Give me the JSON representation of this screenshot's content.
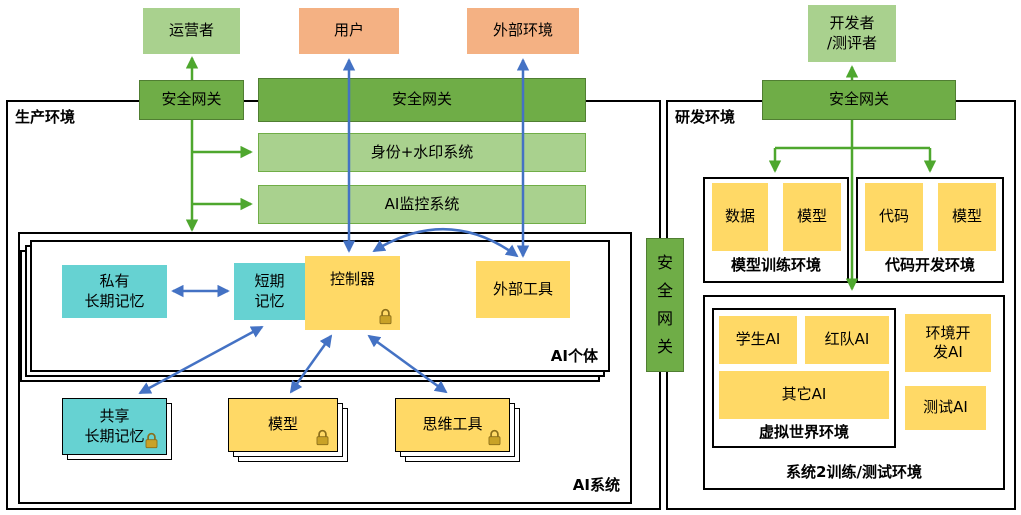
{
  "palette": {
    "actor_green": "#A9D18E",
    "actor_orange": "#F4B183",
    "gateway_green": "#6FAD47",
    "bar_green": "#A9D18E",
    "memory_cyan": "#66D2D2",
    "component_yellow": "#FFD966",
    "arrow_blue": "#4472C4",
    "arrow_green": "#4EA72E",
    "lock_gold": "#C9A227",
    "border_black": "#000000"
  },
  "actors": {
    "operator": "运营者",
    "user": "用户",
    "external_env": "外部环境",
    "developer": "开发者\n/测评者"
  },
  "gateway_label": "安全网关",
  "gateway_vertical": "安\n全\n网\n关",
  "production": {
    "label": "生产环境",
    "identity_watermark_bar": "身份+水印系统",
    "ai_monitor_bar": "AI监控系统",
    "ai_system": {
      "label": "AI系统",
      "ai_agent": {
        "label": "AI个体",
        "private_memory": "私有\n长期记忆",
        "short_memory": "短期\n记忆",
        "controller": "控制器",
        "external_tools": "外部工具"
      },
      "shared_memory": "共享\n长期记忆",
      "model": "模型",
      "thinking_tools": "思维工具"
    }
  },
  "rnd": {
    "label": "研发环境",
    "model_training": {
      "label": "模型训练环境",
      "data": "数据",
      "model": "模型"
    },
    "code_dev": {
      "label": "代码开发环境",
      "code": "代码",
      "model": "模型"
    },
    "system2": {
      "label": "系统2训练/测试环境",
      "virtual_world": {
        "label": "虚拟世界环境",
        "student_ai": "学生AI",
        "red_team_ai": "红队AI",
        "other_ai": "其它AI"
      },
      "env_dev_ai": "环境开\n发AI",
      "test_ai": "测试AI"
    }
  },
  "icons": {
    "lock": "lock-icon"
  }
}
